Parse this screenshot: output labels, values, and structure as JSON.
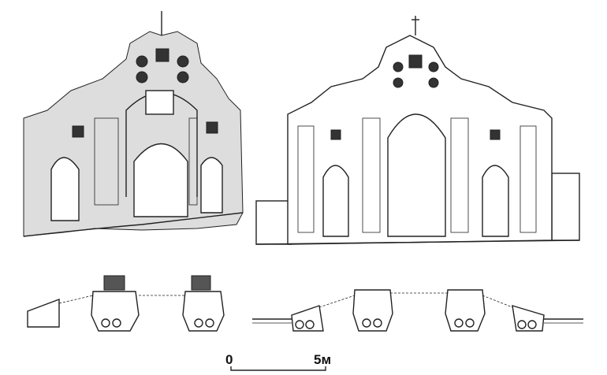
{
  "scale_bar": {
    "start_label": "0",
    "end_label": "5м"
  },
  "drawings": [
    "elevation-ruined-state",
    "elevation-reconstruction",
    "plan-ruined-state",
    "plan-reconstruction"
  ]
}
